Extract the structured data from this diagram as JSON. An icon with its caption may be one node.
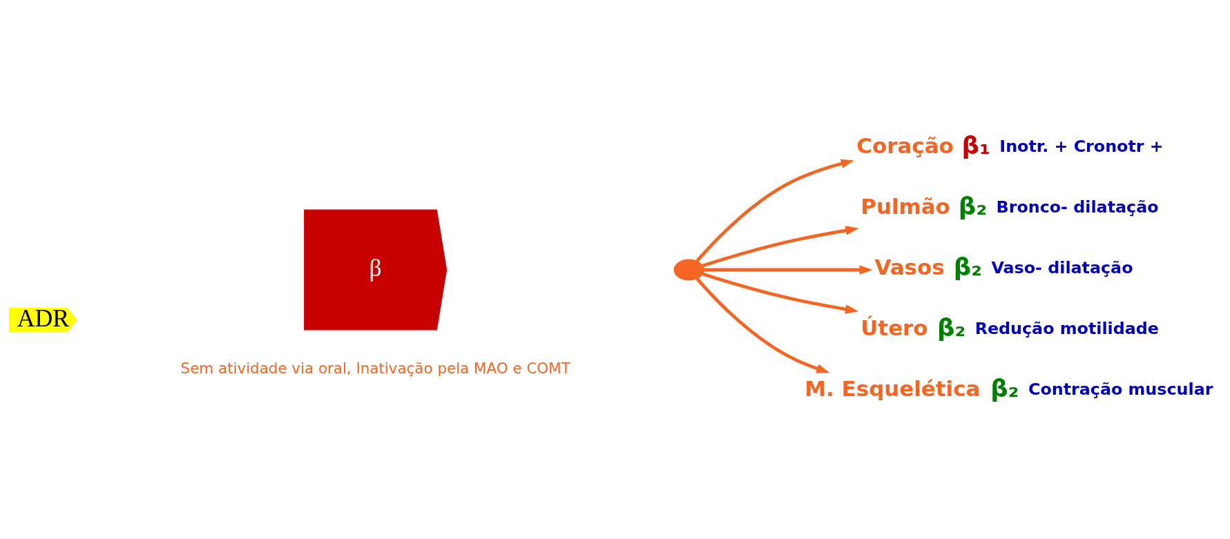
{
  "diagram": {
    "nodes": [
      {
        "text": [
          "ADR"
        ]
      },
      {
        "text": [
          "β"
        ]
      },
      {
        "text": [],
        "shape": "circle"
      },
      {
        "text": [
          "Coração"
        ],
        "beside": [
          "β₁",
          "Inotr. + Cronotr +"
        ]
      },
      {
        "text": [
          "Pulmão"
        ],
        "beside": [
          "β₂",
          "Bronco- dilatação"
        ]
      },
      {
        "text": [
          "Vasos"
        ],
        "beside": [
          "β₂",
          "Vaso- dilatação"
        ]
      },
      {
        "text": [
          "Útero"
        ],
        "beside": [
          "β₂",
          "Redução motilidade"
        ]
      },
      {
        "text": [
          "M. Esquelética"
        ],
        "beside": [
          "β₂",
          "Contração muscular"
        ]
      }
    ],
    "edges": [
      {
        "from": 2,
        "to": 3,
        "arrow": "to"
      },
      {
        "from": 2,
        "to": 4,
        "arrow": "to"
      },
      {
        "from": 2,
        "to": 5,
        "arrow": "to"
      },
      {
        "from": 2,
        "to": 6,
        "arrow": "to"
      },
      {
        "from": 2,
        "to": 7,
        "arrow": "to"
      }
    ],
    "labels": [
      "Sem atividade via oral, Inativação pela MAO e COMT"
    ]
  }
}
